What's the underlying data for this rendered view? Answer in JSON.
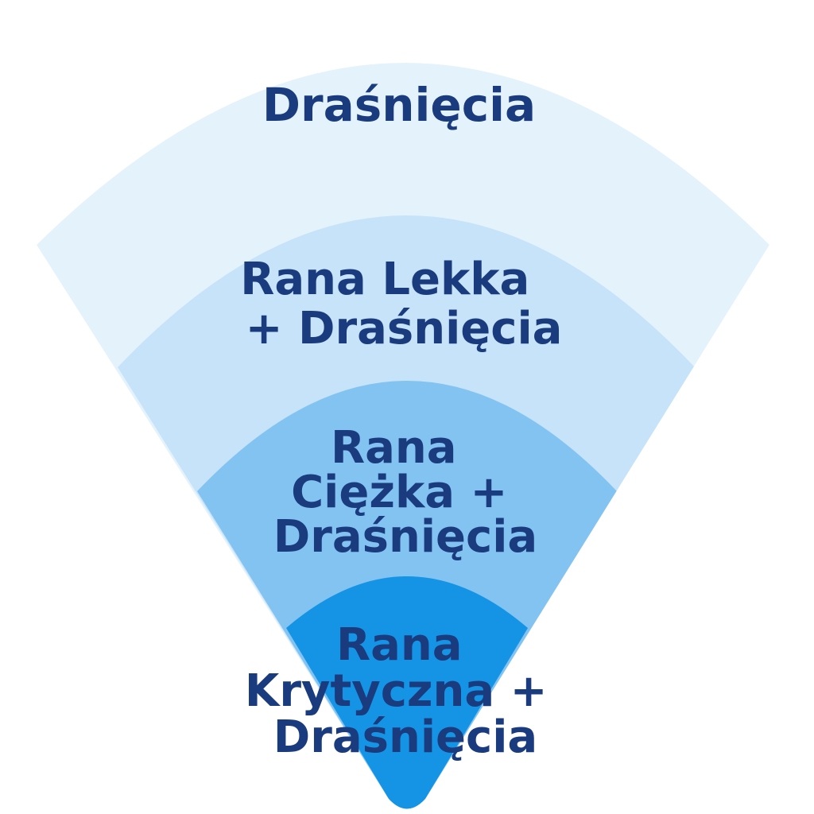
{
  "diagram": {
    "layers": [
      {
        "id": "outer",
        "lines": [
          "Draśnięcia"
        ],
        "color": "#e4f2fc"
      },
      {
        "id": "light",
        "lines": [
          "Rana Lekka",
          "+ Draśnięcia"
        ],
        "color": "#c6e3f9"
      },
      {
        "id": "heavy",
        "lines": [
          "Rana",
          "Ciężka +",
          "Draśnięcia"
        ],
        "color": "#83c3f1"
      },
      {
        "id": "critical",
        "lines": [
          "Rana",
          "Krytyczna +",
          "Draśnięcia"
        ],
        "color": "#1594e6"
      }
    ],
    "text_color": "#1a3b7e"
  }
}
